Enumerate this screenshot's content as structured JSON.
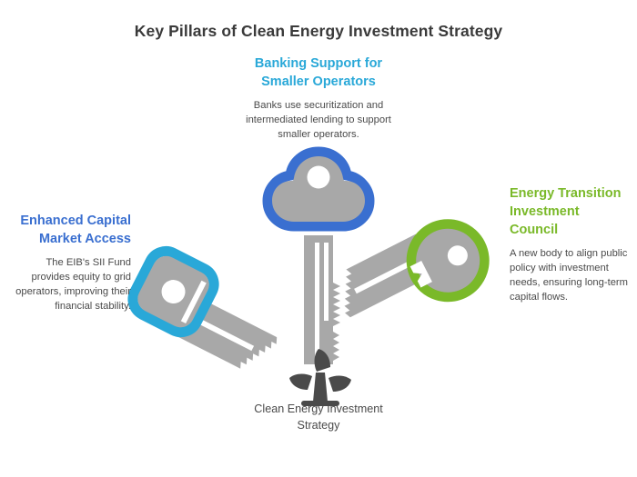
{
  "title": "Key Pillars of Clean Energy Investment Strategy",
  "center": {
    "icon": "wind-turbine-icon",
    "caption": "Clean Energy Investment Strategy",
    "caption_lines": [
      "Clean Energy",
      "Investment",
      "Strategy"
    ],
    "icon_color": "#4a4a4a"
  },
  "pillars": [
    {
      "id": "banking-support",
      "position": "top-center",
      "heading": "Banking Support for Smaller Operators",
      "heading_lines": [
        "Banking Support",
        "for Smaller",
        "Operators"
      ],
      "body": "Banks use securitization and intermediated lending to support smaller operators.",
      "color": "#29a8d8",
      "key_icon": "key-icon-left-cyan"
    },
    {
      "id": "capital-market-access",
      "position": "left",
      "heading": "Enhanced Capital Market Access",
      "heading_lines": [
        "Enhanced Capital",
        "Market Access"
      ],
      "body": "The EIB's SII Fund provides equity to grid operators, improving their financial stability.",
      "color": "#3a6fd0",
      "key_icon": "key-icon-center-blue"
    },
    {
      "id": "energy-transition-council",
      "position": "right",
      "heading": "Energy Transition Investment Council",
      "heading_lines": [
        "Energy Transition",
        "Investment",
        "Council"
      ],
      "body": "A new body to align public policy with investment needs, ensuring long-term capital flows.",
      "color": "#7ab929",
      "key_icon": "key-icon-right-green"
    }
  ],
  "colors": {
    "background": "#ffffff",
    "title_text": "#3a3a3a",
    "body_text": "#4a4a4a",
    "key_body_gray": "#a8a8a8",
    "ring_cyan": "#29a8d8",
    "ring_blue": "#3a6fd0",
    "ring_green": "#7ab929"
  }
}
